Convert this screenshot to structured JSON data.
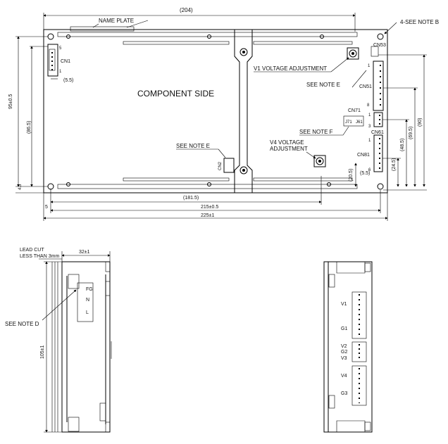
{
  "top_view": {
    "dim_204": "(204)",
    "name_plate": "NAME PLATE",
    "note_b": "4-SEE NOTE B",
    "cn53": "CN53",
    "v1_adj": "V1 VOLTAGE ADJUSTMENT",
    "note_e_right": "SEE NOTE E",
    "cn51": "CN51",
    "pin1": "1",
    "pin8": "8",
    "cn71": "CN71",
    "j71": "J71",
    "j61": "J61",
    "pin3": "3",
    "cn61": "CN61",
    "note_f": "SEE NOTE F",
    "v4_adj_1": "V4 VOLTAGE",
    "v4_adj_2": "ADJUSTMENT",
    "note_e_left": "SEE NOTE E",
    "cn2": "CN2",
    "cn81": "CN81",
    "pin6": "6",
    "component_side": "COMPONENT SIDE",
    "cn1": "CN1",
    "cn1_pin5": "5",
    "cn1_pin1": "1",
    "dim_5_5_top": "(5.5)",
    "dim_95": "95±0.5",
    "dim_86_5": "(86.5)",
    "dim_4_3": "4.3",
    "dim_181_5": "(181.5)",
    "dim_215": "215±0.5",
    "dim_225": "225±1",
    "dim_5": "5",
    "dim_20_5": "(20.5)",
    "dim_5_5_bot": "(5.5)",
    "dim_24_5": "(24.5)",
    "dim_48_5": "(48.5)",
    "dim_69_5": "(69.5)",
    "dim_90": "(90)"
  },
  "side_view": {
    "lead_cut_1": "LEAD CUT",
    "lead_cut_2": "LESS THAN 3mm",
    "dim_32": "32±1",
    "fg": "FG",
    "n": "N",
    "l": "L",
    "note_d": "SEE NOTE D",
    "dim_105": "105±1"
  },
  "end_view": {
    "v1": "V1",
    "g1": "G1",
    "v2": "V2",
    "g2": "G2",
    "v3": "V3",
    "v4": "V4",
    "g3": "G3"
  }
}
